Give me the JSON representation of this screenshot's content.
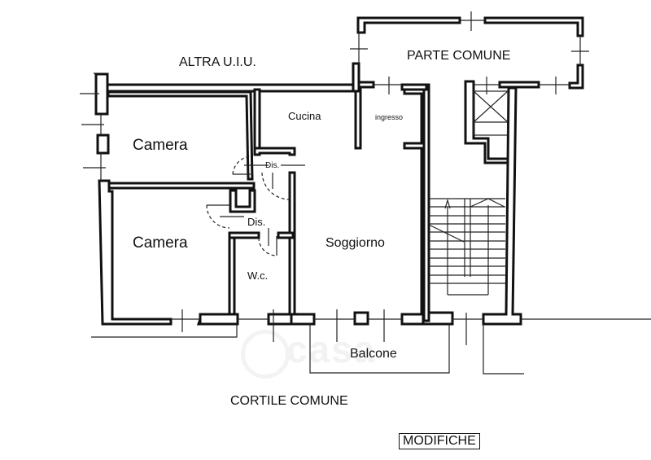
{
  "plan": {
    "labels": {
      "neighbor_unit": "ALTRA U.I.U.",
      "common_area": "PARTE COMUNE",
      "kitchen": "Cucina",
      "entrance": "ingresso",
      "bedroom_top": "Camera",
      "bedroom_bottom": "Camera",
      "hall_top": "Dis.",
      "hall_bottom": "Dis.",
      "living_room": "Soggiorno",
      "toilet": "W.c.",
      "balcony": "Balcone",
      "courtyard": "CORTILE COMUNE",
      "modifications_stamp": "MODIFICHE"
    },
    "watermark": "casa"
  }
}
